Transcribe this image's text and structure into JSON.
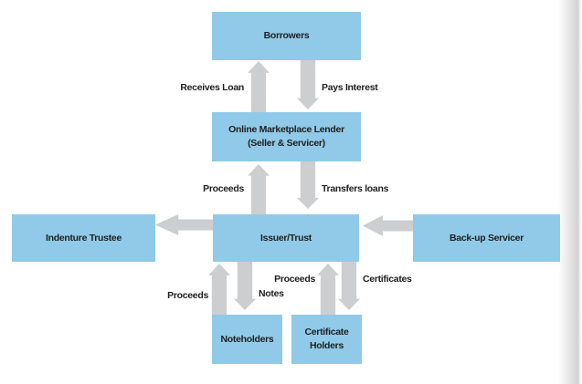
{
  "colors": {
    "node_fill": "#90CAE8",
    "arrow_fill": "#CDCED0",
    "text": "#1F1F1F"
  },
  "nodes": {
    "borrowers": {
      "label": "Borrowers"
    },
    "online_marketplace_lender": {
      "line1": "Online Marketplace Lender",
      "line2": "(Seller & Servicer)"
    },
    "indenture_trustee": {
      "label": "Indenture Trustee"
    },
    "issuer_trust": {
      "label": "Issuer/Trust"
    },
    "backup_servicer": {
      "label": "Back-up Servicer"
    },
    "noteholders": {
      "label": "Noteholders"
    },
    "certificate_holders": {
      "line1": "Certificate",
      "line2": "Holders"
    }
  },
  "flows": {
    "receives_loan": {
      "label": "Receives Loan",
      "direction": "up",
      "from": "online_marketplace_lender",
      "to": "borrowers"
    },
    "pays_interest": {
      "label": "Pays Interest",
      "direction": "down",
      "from": "borrowers",
      "to": "online_marketplace_lender"
    },
    "proceeds_to_lender": {
      "label": "Proceeds",
      "direction": "up",
      "from": "issuer_trust",
      "to": "online_marketplace_lender"
    },
    "transfers_loans": {
      "label": "Transfers loans",
      "direction": "down",
      "from": "online_marketplace_lender",
      "to": "issuer_trust"
    },
    "issuer_to_indenture": {
      "label": "",
      "direction": "left",
      "from": "issuer_trust",
      "to": "indenture_trustee"
    },
    "backup_to_issuer": {
      "label": "",
      "direction": "left",
      "from": "backup_servicer",
      "to": "issuer_trust"
    },
    "proceeds_from_noteholders": {
      "label": "Proceeds",
      "direction": "up",
      "from": "noteholders",
      "to": "issuer_trust"
    },
    "notes": {
      "label": "Notes",
      "direction": "down",
      "from": "issuer_trust",
      "to": "noteholders"
    },
    "proceeds_from_certificate_holders": {
      "label": "Proceeds",
      "direction": "up",
      "from": "certificate_holders",
      "to": "issuer_trust"
    },
    "certificates": {
      "label": "Certificates",
      "direction": "down",
      "from": "issuer_trust",
      "to": "certificate_holders"
    }
  }
}
